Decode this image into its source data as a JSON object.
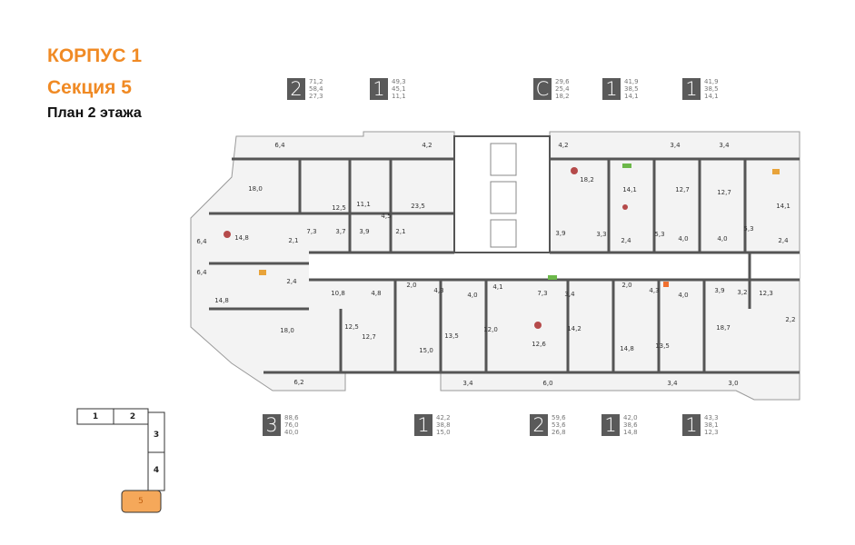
{
  "header": {
    "building": "КОРПУС 1",
    "section": "Секция 5",
    "plan": "План 2 этажа"
  },
  "accent_color": "#f08a24",
  "apartments_top": [
    {
      "type": "2",
      "areas": [
        "71,2",
        "58,4",
        "27,3"
      ]
    },
    {
      "type": "1",
      "areas": [
        "49,3",
        "45,1",
        "11,1"
      ]
    },
    {
      "type": "С",
      "areas": [
        "29,6",
        "25,4",
        "18,2"
      ]
    },
    {
      "type": "1",
      "areas": [
        "41,9",
        "38,5",
        "14,1"
      ]
    },
    {
      "type": "1",
      "areas": [
        "41,9",
        "38,5",
        "14,1"
      ]
    }
  ],
  "apartments_bottom": [
    {
      "type": "3",
      "areas": [
        "88,6",
        "76,0",
        "40,0"
      ]
    },
    {
      "type": "1",
      "areas": [
        "42,2",
        "38,8",
        "15,0"
      ]
    },
    {
      "type": "2",
      "areas": [
        "59,6",
        "53,6",
        "26,8"
      ]
    },
    {
      "type": "1",
      "areas": [
        "42,0",
        "38,6",
        "14,8"
      ]
    },
    {
      "type": "1",
      "areas": [
        "43,3",
        "38,1",
        "12,3"
      ]
    }
  ],
  "rooms": [
    "6,4",
    "4,2",
    "4,2",
    "3,4",
    "3,4",
    "18,0",
    "12,5",
    "11,1",
    "23,5",
    "4,5",
    "18,2",
    "14,1",
    "12,7",
    "12,7",
    "14,1",
    "14,8",
    "7,3",
    "3,7",
    "3,9",
    "2,1",
    "2,1",
    "3,9",
    "3,3",
    "2,4",
    "5,3",
    "4,0",
    "4,0",
    "5,3",
    "2,4",
    "6,4",
    "6,4",
    "2,4",
    "10,8",
    "4,8",
    "2,0",
    "4,3",
    "4,0",
    "4,1",
    "7,3",
    "3,4",
    "2,0",
    "4,3",
    "4,0",
    "3,9",
    "3,2",
    "12,3",
    "14,8",
    "18,0",
    "12,5",
    "12,7",
    "15,0",
    "13,5",
    "12,0",
    "12,6",
    "14,2",
    "14,8",
    "13,5",
    "18,7",
    "2,2",
    "6,2",
    "3,4",
    "6,0",
    "3,4",
    "3,0"
  ],
  "keyplan": {
    "sections": [
      "1",
      "2",
      "3",
      "4",
      "5"
    ],
    "current": "5"
  }
}
